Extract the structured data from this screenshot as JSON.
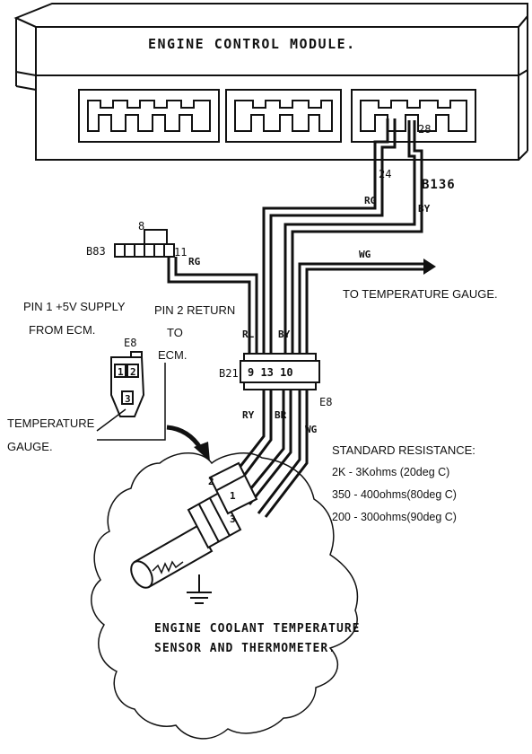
{
  "ecm": {
    "title": "ENGINE CONTROL MODULE.",
    "pin_24": "24",
    "pin_28": "28",
    "connector": "B136"
  },
  "wires": {
    "rg_top": "RG",
    "by_top": "BY",
    "rg_b83": "RG",
    "wg": "WG",
    "rl": "RL",
    "by_b21": "BY",
    "ry": "RY",
    "br": "BR",
    "wg_lower": "WG"
  },
  "b83": {
    "name": "B83",
    "pin_8": "8",
    "pin_11": "11"
  },
  "gauge_label": "TO TEMPERATURE GAUGE.",
  "b21": {
    "name": "B21",
    "pins": "9  13  10",
    "e8": "E8"
  },
  "pinout": {
    "pin1_line1": "PIN 1 +5V SUPPLY",
    "pin1_line2": "FROM ECM.",
    "pin2_line1": "PIN 2 RETURN",
    "pin2_line2": "TO",
    "pin2_line3": "ECM.",
    "e8": "E8",
    "pin_1": "1",
    "pin_2": "2",
    "pin_3": "3",
    "temp_line1": "TEMPERATURE",
    "temp_line2": "GAUGE."
  },
  "resistance": {
    "heading": "STANDARD RESISTANCE:",
    "rows": [
      "2K - 3Kohms (20deg C)",
      "350 - 400ohms(80deg C)",
      "200 - 300ohms(90deg C)"
    ]
  },
  "sensor": {
    "pin_1": "1",
    "pin_2": "2",
    "pin_3": "3",
    "caption_line1": "ENGINE COOLANT TEMPERATURE",
    "caption_line2": "SENSOR AND THERMOMETER."
  }
}
